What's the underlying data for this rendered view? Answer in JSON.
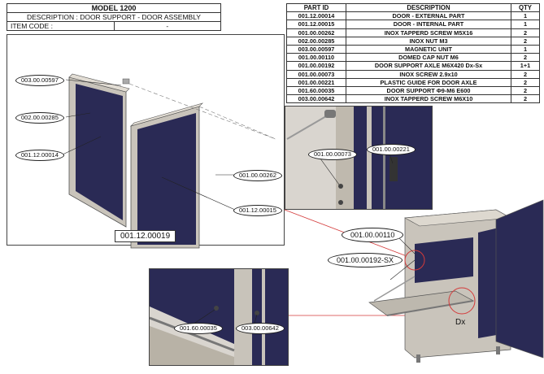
{
  "header": {
    "model": "MODEL 1200",
    "description_label": "DESCRIPTION :",
    "description_value": "DOOR SUPPORT - DOOR ASSEMBLY",
    "item_code_label": "ITEM CODE :",
    "item_code_value": "-"
  },
  "parts_table": {
    "columns": [
      "PART ID",
      "DESCRIPTION",
      "QTY"
    ],
    "rows": [
      [
        "001.12.00014",
        "DOOR - EXTERNAL PART",
        "1"
      ],
      [
        "001.12.00015",
        "DOOR - INTERNAL PART",
        "1"
      ],
      [
        "001.00.00262",
        "INOX TAPPERD SCREW M5X16",
        "2"
      ],
      [
        "002.00.00285",
        "INOX NUT M3",
        "2"
      ],
      [
        "003.00.00597",
        "MAGNETIC UNIT",
        "1"
      ],
      [
        "001.00.00110",
        "DOMED CAP NUT M6",
        "2"
      ],
      [
        "001.00.00192",
        "DOOR SUPPORT AXLE M6X420 Dx-Sx",
        "1+1"
      ],
      [
        "001.00.00073",
        "INOX SCREW 2.9x10",
        "2"
      ],
      [
        "001.00.00221",
        "PLASTIC GUIDE FOR DOOR AXLE",
        "2"
      ],
      [
        "001.60.00035",
        "DOOR SUPPORT Φ9-M6 E600",
        "2"
      ],
      [
        "003.00.00642",
        "INOX TAPPERD SCREW M6X10",
        "2"
      ]
    ]
  },
  "left_view": {
    "callouts": {
      "magnetic": "003.00.00597",
      "nut": "002.00.00285",
      "door_ext": "001.12.00014",
      "screw": "001.00.00262",
      "door_int": "001.12.00015"
    },
    "assembly_code": "001.12.00019"
  },
  "detail_top": {
    "screw": "001.00.00073",
    "guide": "001.00.00221"
  },
  "machine_view": {
    "cap_nut": "001.00.00110",
    "axle": "001.00.00192-SX",
    "side": "Dx"
  },
  "detail_bottom": {
    "support": "001.60.00035",
    "screw": "003.00.00642"
  },
  "colors": {
    "panel": "#2a2a55",
    "frame": "#c8c3ba",
    "accent_line": "#d43a3a"
  }
}
